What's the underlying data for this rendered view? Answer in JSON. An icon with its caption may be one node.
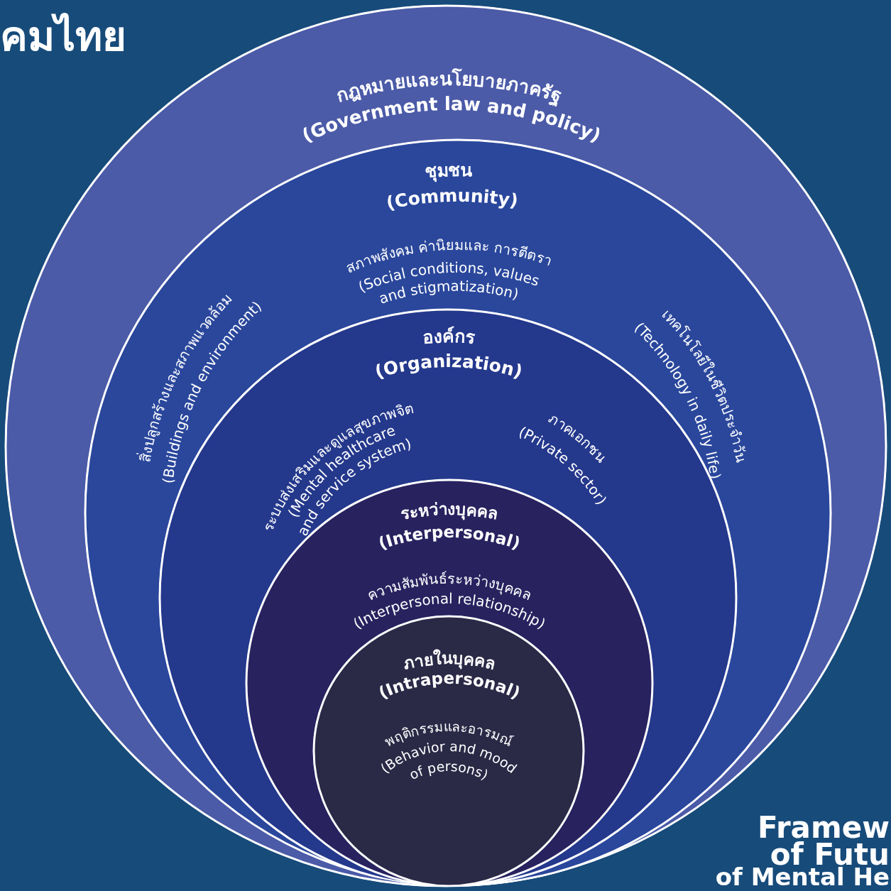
{
  "diagram": {
    "nodes": [
      {
        "text": [
          "กฎหมายและนโยบายภาครัฐ (Government law and policy)"
        ]
      },
      {
        "text": [
          "ชุมชน (Community)",
          "สภาพสังคม ค่านิยมและ การตีตรา (Social conditions, values and stigmatization)",
          "สิ่งปลูกสร้างและสภาพแวดล้อม (Buildings and environment)",
          "เทคโนโลยีในชีวิตประจำวัน (Technology in daily life)"
        ],
        "in": 0
      },
      {
        "text": [
          "องค์กร (Organization)",
          "ระบบส่งเสริมและดูแลสุขภาพจิต (Mental healthcare and service system)",
          "ภาคเอกชน (Private sector)"
        ],
        "in": 1
      },
      {
        "text": [
          "ระหว่างบุคคล (Interpersonal)",
          "ความสัมพันธ์ระหว่างบุคคล (Interpersonal relationship)"
        ],
        "in": 2
      },
      {
        "text": [
          "ภายในบุคคล (Intrapersonal)",
          "พฤติกรรมและอารมณ์ (Behavior and mood of persons)"
        ],
        "in": 3
      }
    ],
    "labels": [
      "คมไทย",
      "Framew",
      "of Futu",
      "of Mental He"
    ]
  }
}
